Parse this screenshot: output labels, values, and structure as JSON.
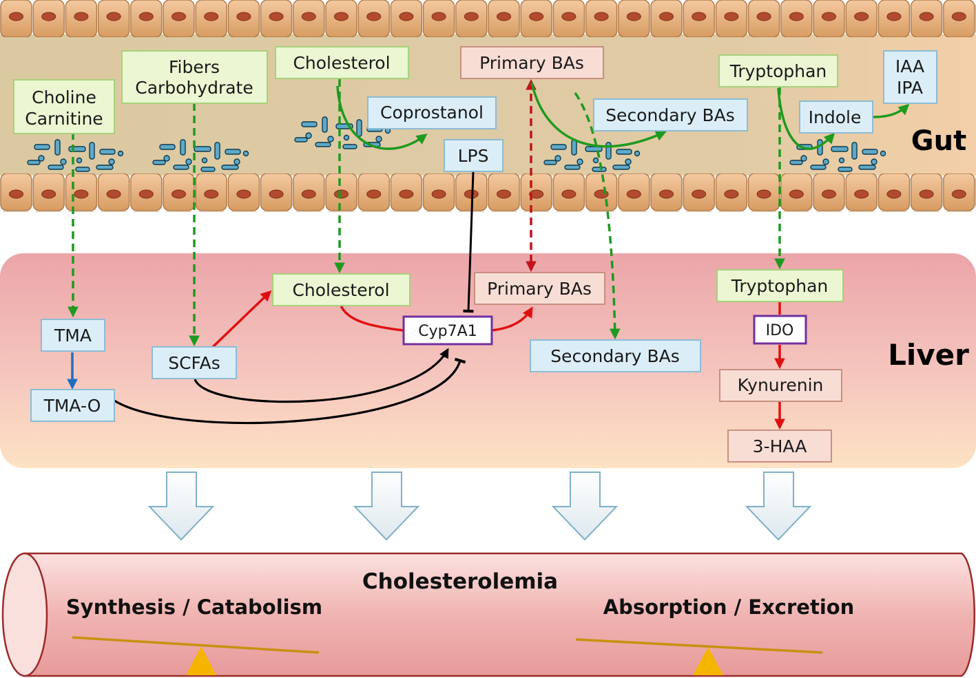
{
  "regions": {
    "gut": "Gut",
    "liver": "Liver"
  },
  "gut_nodes": {
    "choline": [
      "Choline",
      "Carnitine"
    ],
    "fibers": [
      "Fibers",
      "Carbohydrate"
    ],
    "cholesterol": "Cholesterol",
    "primary_bas": "Primary BAs",
    "tryptophan": "Tryptophan",
    "iaa_ipa": [
      "IAA",
      "IPA"
    ],
    "coprostanol": "Coprostanol",
    "secondary_bas": "Secondary BAs",
    "indole": "Indole",
    "lps": "LPS"
  },
  "liver_nodes": {
    "tma": "TMA",
    "tmao": "TMA-O",
    "scfas": "SCFAs",
    "cholesterol": "Cholesterol",
    "cyp7a1": "Cyp7A1",
    "primary_bas": "Primary BAs",
    "secondary_bas": "Secondary BAs",
    "tryptophan": "Tryptophan",
    "ido": "IDO",
    "kynurenin": "Kynurenin",
    "haa": "3-HAA"
  },
  "bottom": {
    "title": "Cholesterolemia",
    "left": "Synthesis / Catabolism",
    "right": "Absorption / Excretion"
  },
  "colors": {
    "green_box_fill": "#eaf7d2",
    "green_box_stroke": "#a6d27a",
    "blue_box_fill": "#dbeef8",
    "blue_box_stroke": "#8cbcd6",
    "pink_box_fill": "#f8ddd5",
    "pink_box_stroke": "#c88f80",
    "purple_stroke": "#7030a0",
    "green_arrow": "#1e9a1e",
    "red_arrow": "#e01010",
    "dark_red_arrow": "#c0141a",
    "blue_arrow": "#1f6fbf",
    "gut_band": "#dccaa4",
    "liver_top": "#eca6aa",
    "liver_bottom": "#fde2c4",
    "vessel": "#f3c2c0",
    "balance_beam": "#c8900f",
    "fulcrum": "#f5b400"
  }
}
